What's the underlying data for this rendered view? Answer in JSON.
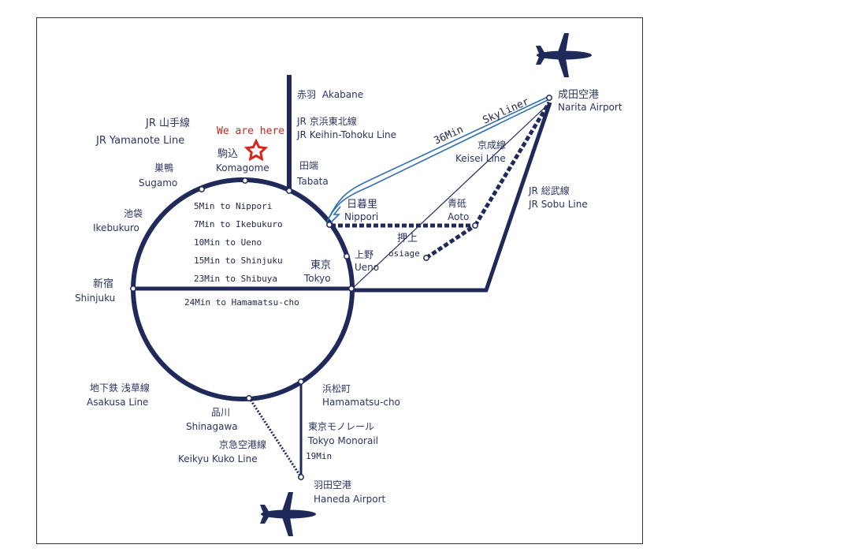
{
  "colors": {
    "line": "#1f2a5a",
    "skyliner": "#2f6fb0",
    "star": "#d8261c",
    "here_text": "#c0281e"
  },
  "map": {
    "yamanote": {
      "jp": "JR 山手線",
      "en": "JR  Yamanote Line"
    },
    "here": "We are here",
    "stations": {
      "komagome": {
        "jp": "駒込",
        "en": "Komagome"
      },
      "sugamo": {
        "jp": "巣鴨",
        "en": "Sugamo"
      },
      "ikebukuro": {
        "jp": "池袋",
        "en": "Ikebukuro"
      },
      "shinjuku": {
        "jp": "新宿",
        "en": "Shinjuku"
      },
      "shinagawa": {
        "jp": "品川",
        "en": "Shinagawa"
      },
      "hamamatsucho": {
        "jp": "浜松町",
        "en": "Hamamatsu-cho"
      },
      "tokyo": {
        "jp": "東京",
        "en": "Tokyo"
      },
      "ueno": {
        "jp": "上野",
        "en": "Ueno"
      },
      "nippori": {
        "jp": "日暮里",
        "en": "Nippori"
      },
      "tabata": {
        "jp": "田端",
        "en": "Tabata"
      },
      "akabane": {
        "jp": "赤羽",
        "en": "Akabane"
      },
      "aoto": {
        "jp": "青砥",
        "en": "Aoto"
      },
      "oshiage": {
        "jp": "押上",
        "en": "osiage"
      },
      "narita": {
        "jp": "成田空港",
        "en": "Narita Airport"
      },
      "haneda": {
        "jp": "羽田空港",
        "en": "Haneda Airport"
      }
    },
    "lines": {
      "keihin": {
        "jp": "JR 京浜東北線",
        "en": "JR Keihin-Tohoku Line"
      },
      "keisei": {
        "jp": "京成線",
        "en": "Keisei Line"
      },
      "sobu": {
        "jp": "JR 総武線",
        "en": "JR Sobu Line"
      },
      "asakusa": {
        "jp": "地下鉄 浅草線",
        "en": "Asakusa Line"
      },
      "keikyu": {
        "jp": "京急空港線",
        "en": "Keikyu Kuko Line"
      },
      "monorail": {
        "jp": "東京モノレール",
        "en": "Tokyo Monorail"
      }
    },
    "times": [
      "5Min to Nippori",
      "7Min to Ikebukuro",
      "10Min to Ueno",
      "15Min to Shinjuku",
      "23Min to Shibuya"
    ],
    "hamamatsu_time": "24Min to Hamamatsu-cho",
    "skyliner_time": "36Min",
    "skyliner_name": "Skyliner",
    "monorail_time": "19Min"
  }
}
